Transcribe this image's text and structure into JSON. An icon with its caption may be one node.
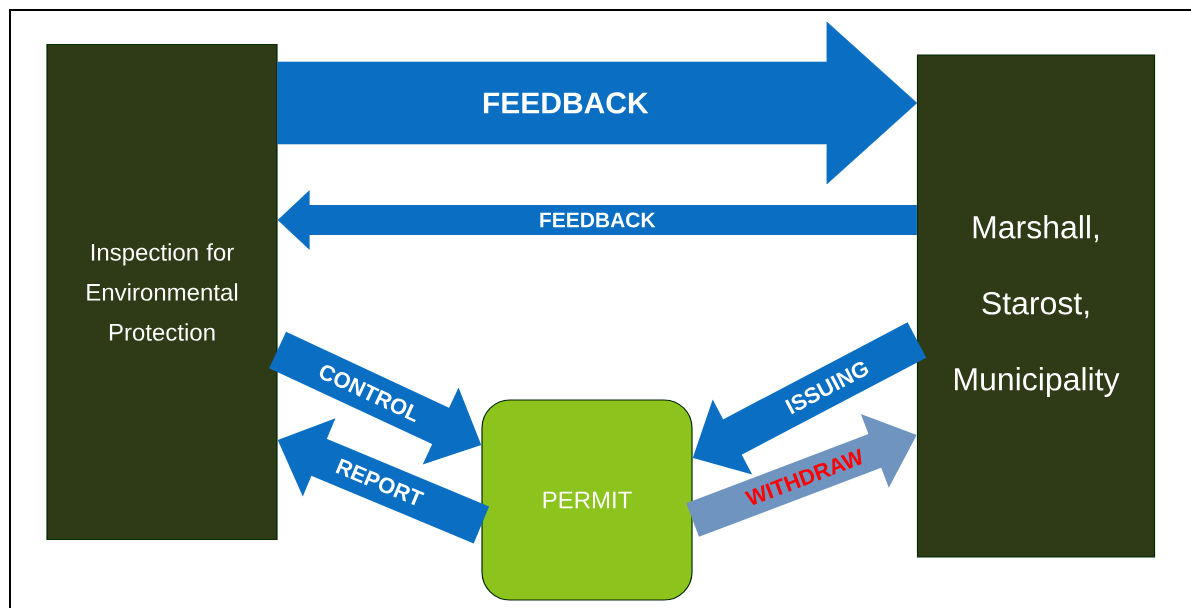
{
  "diagram": {
    "nodes": [
      {
        "text": [
          "Inspection for Environmental Protection"
        ]
      },
      {
        "text": [
          "Marshall, Starost, Municipality"
        ]
      },
      {
        "text": [
          "PERMIT"
        ]
      }
    ],
    "edges": [
      {
        "from": 0,
        "to": 1,
        "arrow": "to",
        "label": "FEEDBACK",
        "style": "thick"
      },
      {
        "from": 1,
        "to": 0,
        "arrow": "to",
        "label": "FEEDBACK"
      },
      {
        "from": 0,
        "to": 2,
        "arrow": "to",
        "label": "CONTROL"
      },
      {
        "from": 2,
        "to": 0,
        "arrow": "to",
        "label": "REPORT"
      },
      {
        "from": 1,
        "to": 2,
        "arrow": "to",
        "label": "ISSUING"
      },
      {
        "from": 2,
        "to": 1,
        "arrow": "to",
        "label": "WITHDRAW",
        "color": "#7094c0"
      }
    ]
  }
}
